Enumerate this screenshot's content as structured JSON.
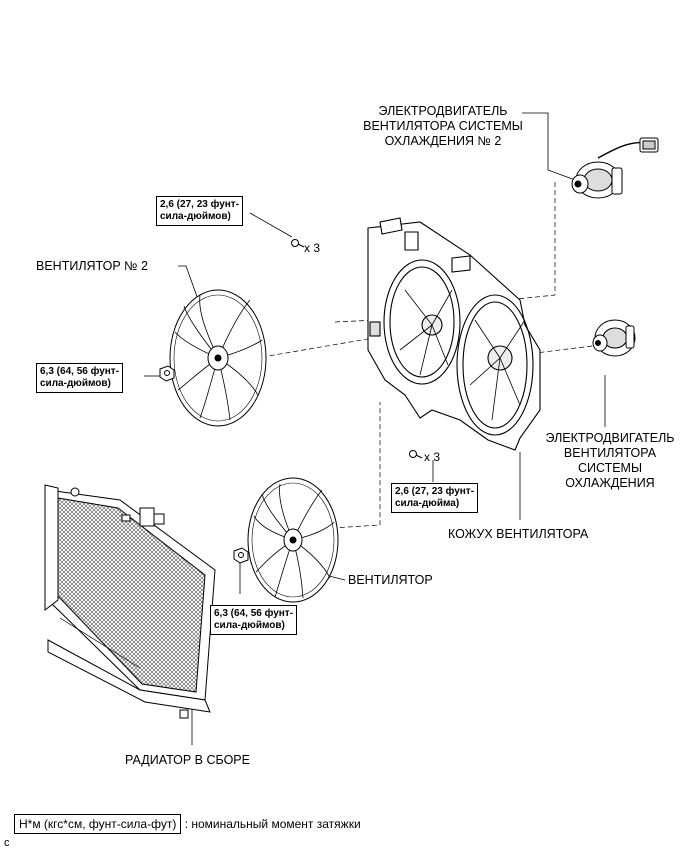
{
  "labels": {
    "fan_motor_2": [
      "ЭЛЕКТРОДВИГАТЕЛЬ",
      "ВЕНТИЛЯТОРА СИСТЕМЫ",
      "ОХЛАЖДЕНИЯ № 2"
    ],
    "fan_2": "ВЕНТИЛЯТОР № 2",
    "fan_motor": [
      "ЭЛЕКТРОДВИГАТЕЛЬ",
      "ВЕНТИЛЯТОРА",
      "СИСТЕМЫ",
      "ОХЛАЖДЕНИЯ"
    ],
    "fan_shroud": "КОЖУХ ВЕНТИЛЯТОРА",
    "fan": "ВЕНТИЛЯТОР",
    "radiator": "РАДИАТОР В СБОРЕ"
  },
  "torques": {
    "upper_bolts": [
      "2,6 (27, 23 фунт-",
      "сила-дюймов)"
    ],
    "fan2_nut": [
      "6,3 (64, 56 фунт-",
      "сила-дюймов)"
    ],
    "lower_bolts": [
      "2,6 (27, 23 фунт-",
      "сила-дюйма)"
    ],
    "fan_nut": [
      "6,3 (64, 56 фунт-",
      "сила-дюймов)"
    ]
  },
  "quantities": {
    "upper_bolts": "x 3",
    "lower_bolts": "x 3"
  },
  "legend": {
    "unit": "Н*м (кгс*см, фунт-сила-фут)",
    "text": ": номинальный момент затяжки"
  },
  "corner_mark": "c"
}
